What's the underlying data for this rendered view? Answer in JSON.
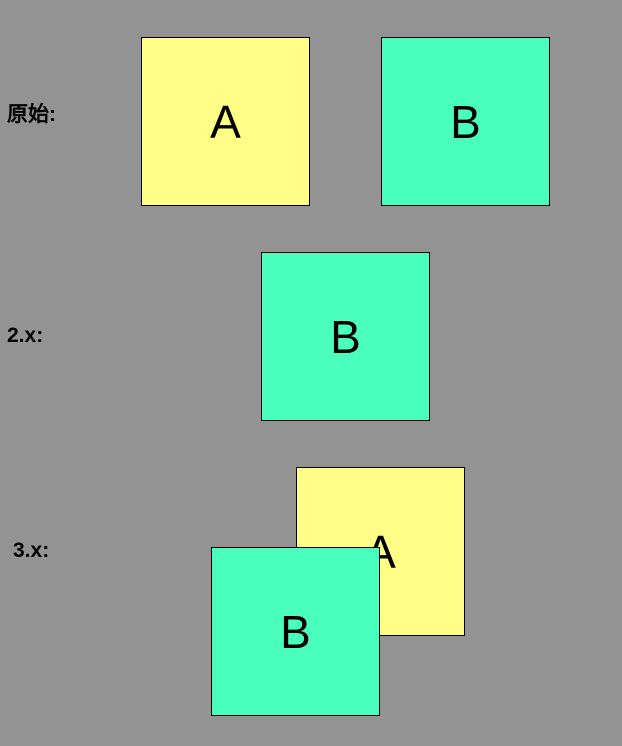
{
  "colors": {
    "background": "#939393",
    "box_a": "#ffff88",
    "box_b": "#4affbe",
    "border": "#000000",
    "text": "#000000"
  },
  "rows": {
    "original": {
      "label": "原始:",
      "box_a": "A",
      "box_b": "B"
    },
    "v2": {
      "label": "2.x:",
      "box_b": "B"
    },
    "v3": {
      "label": "3.x:",
      "box_a": "A",
      "box_b": "B"
    }
  }
}
